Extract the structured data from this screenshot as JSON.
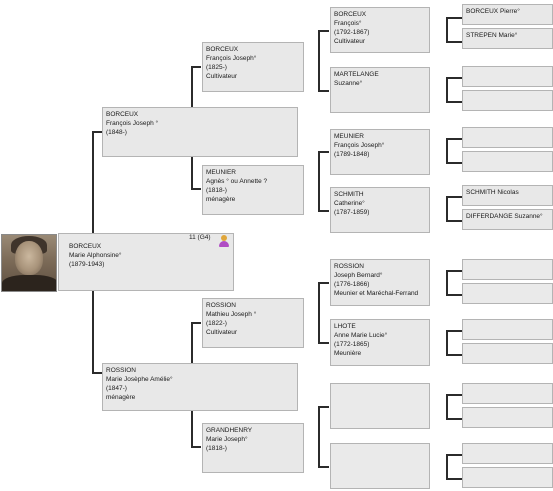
{
  "root": {
    "surname": "BORCEUX",
    "given": "Marie Alphonsine°",
    "dates": "(1879-1943)",
    "badge": "11 (G4)",
    "photo": "portrait-photo",
    "icon": "female-person-icon"
  },
  "gen1": {
    "father": {
      "surname": "BORCEUX",
      "given": "François Joseph °",
      "dates": "(1848-)"
    },
    "mother": {
      "surname": "ROSSION",
      "given": "Marie Josèphe Amélie°",
      "dates": "(1847-)",
      "occupation": "ménagère"
    }
  },
  "gen2": {
    "ff": {
      "surname": "BORCEUX",
      "given": "François Joseph°",
      "dates": "(1825-)",
      "occupation": "Cultivateur"
    },
    "fm": {
      "surname": "MEUNIER",
      "given": "Agnès ° ou Annette ?",
      "dates": "(1818-)",
      "occupation": "ménagère"
    },
    "mf": {
      "surname": "ROSSION",
      "given": "Mathieu Joseph °",
      "dates": "(1822-)",
      "occupation": "Cultivateur"
    },
    "mm": {
      "surname": "GRANDHENRY",
      "given": "Marie Joseph°",
      "dates": "(1818-)"
    }
  },
  "gen3": {
    "fff": {
      "surname": "BORCEUX",
      "given": "François°",
      "dates": "(1792-1867)",
      "occupation": "Cultivateur"
    },
    "ffm": {
      "surname": "MARTELANGE",
      "given": "Suzanne°"
    },
    "fmf": {
      "surname": "MEUNIER",
      "given": "François Joseph°",
      "dates": "(1789-1848)"
    },
    "fmm": {
      "surname": "SCHMITH",
      "given": "Catherine°",
      "dates": "(1787-1859)"
    },
    "mff": {
      "surname": "ROSSION",
      "given": "Joseph Bernard°",
      "dates": "(1776-1866)",
      "occupation": "Meunier et Maréchal-Ferrand"
    },
    "mfm": {
      "surname": "LHOTE",
      "given": "Anne Marie Lucie°",
      "dates": "(1772-1865)",
      "occupation": "Meunière"
    }
  },
  "gen4": {
    "ffff": {
      "name": "BORCEUX Pierre°"
    },
    "fffm": {
      "name": "STREPEN Marie°"
    },
    "fmmf": {
      "name": "SCHMITH Nicolas"
    },
    "fmmm": {
      "name": "DIFFERDANGE Suzanne°"
    }
  }
}
